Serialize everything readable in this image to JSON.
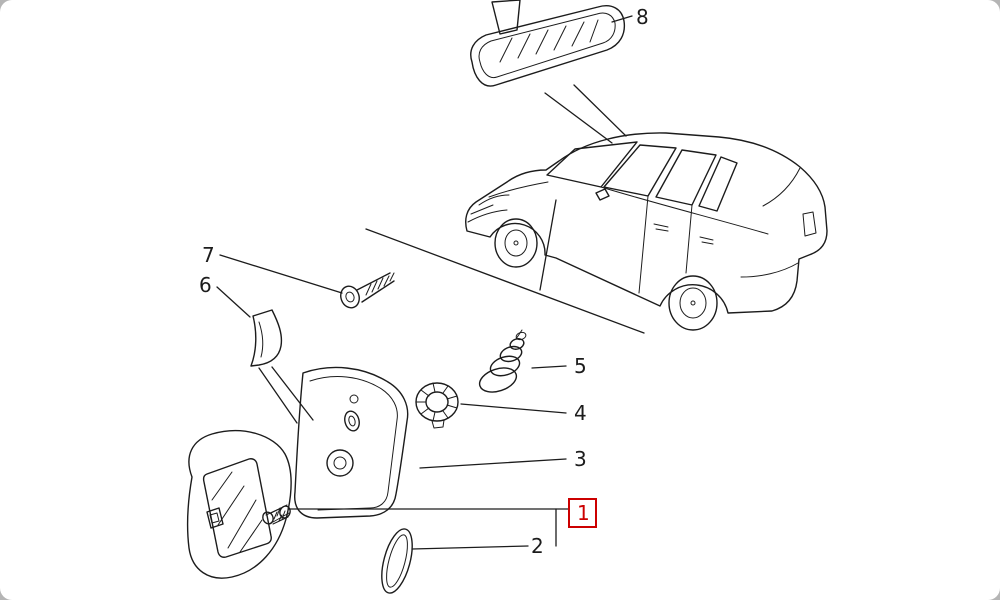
{
  "colors": {
    "line": "#1c1c1c",
    "highlight": "#cc0000",
    "background": "#ffffff"
  },
  "highlighted_label": "1",
  "labels": {
    "part1": {
      "text": "1"
    },
    "part2": {
      "text": "2"
    },
    "part3": {
      "text": "3"
    },
    "part4": {
      "text": "4"
    },
    "part5": {
      "text": "5"
    },
    "part6": {
      "text": "6"
    },
    "part7": {
      "text": "7"
    },
    "part8": {
      "text": "8"
    }
  }
}
